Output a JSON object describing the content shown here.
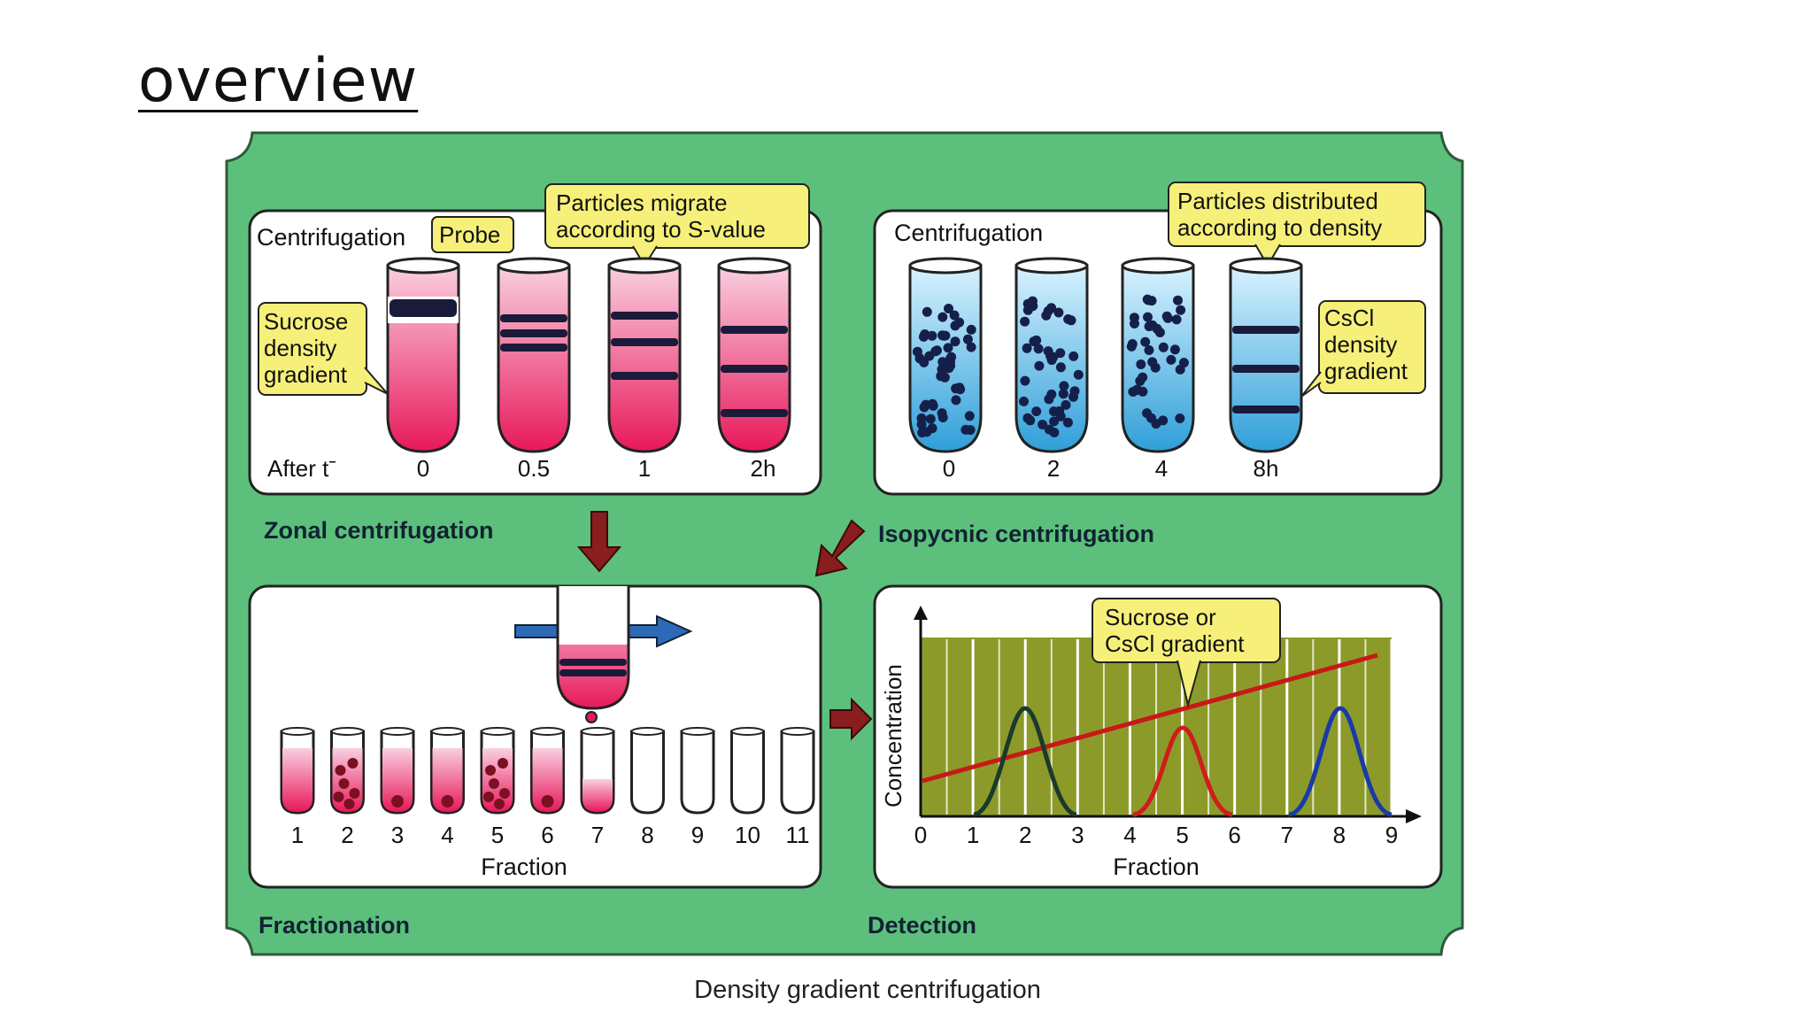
{
  "slide": {
    "title": "overview",
    "caption": "Density gradient centrifugation"
  },
  "zonal": {
    "heading": "Centrifugation",
    "probe_label": "Probe",
    "gradient_label": [
      "Sucrose",
      "density",
      "gradient"
    ],
    "migrate_label": [
      "Particles migrate",
      "according to S-value"
    ],
    "time_prefix": "After tˉ",
    "times": [
      "0",
      "0.5",
      "1",
      "2h"
    ],
    "section_label": "Zonal centrifugation"
  },
  "isopycnic": {
    "heading": "Centrifugation",
    "distributed_label": [
      "Particles distributed",
      "according to density"
    ],
    "gradient_label": [
      "CsCl",
      "density",
      "gradient"
    ],
    "times": [
      "0",
      "2",
      "4",
      "8h"
    ],
    "section_label": "Isopycnic centrifugation"
  },
  "fractionation": {
    "fractions": [
      "1",
      "2",
      "3",
      "4",
      "5",
      "6",
      "7",
      "8",
      "9",
      "10",
      "11"
    ],
    "axis_label": "Fraction",
    "section_label": "Fractionation"
  },
  "detection": {
    "ylabel": "Concentration",
    "xlabel": "Fraction",
    "ticks": [
      "0",
      "1",
      "2",
      "3",
      "4",
      "5",
      "6",
      "7",
      "8",
      "9"
    ],
    "gradient_label": [
      "Sucrose or",
      "CsCl gradient"
    ],
    "section_label": "Detection"
  },
  "colors": {
    "frame_green": "#5cc07c",
    "pink": "#e8185a",
    "blue": "#38a8de",
    "yellow": "#f6f07a",
    "arrow_red": "#8a1d1d",
    "chart_bg": "#8c9a2a",
    "peak_dark": "#1a3a2a",
    "peak_red": "#d01c1c",
    "peak_blue": "#1a3aa8"
  }
}
